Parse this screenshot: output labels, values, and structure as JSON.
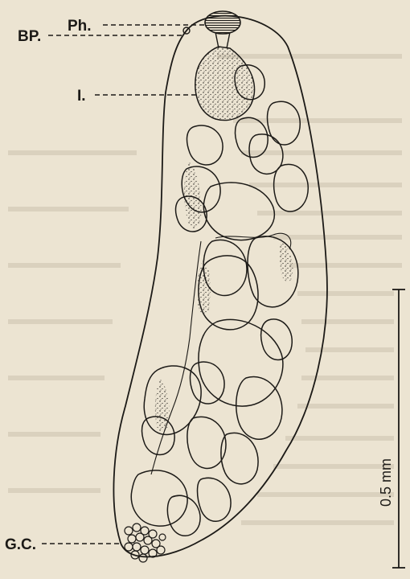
{
  "labels": {
    "ph": "Ph.",
    "bp": "BP.",
    "i": "I.",
    "gc": "G.C."
  },
  "scale_bar": {
    "label": "0.5 mm"
  },
  "colors": {
    "paper": "#ece4d2",
    "ink": "#1c1a17"
  }
}
